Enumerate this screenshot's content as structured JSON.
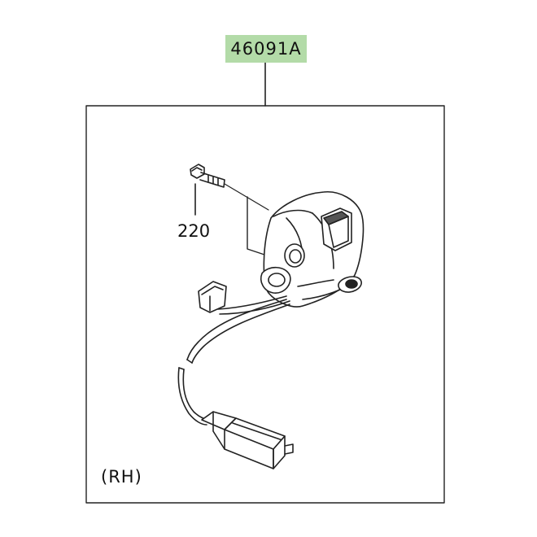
{
  "diagram": {
    "part_number": "46091A",
    "bolt_callout": "220",
    "side_label": "(RH)"
  },
  "icons": {
    "switch": "handlebar-switch-icon",
    "bolt": "bolt-icon",
    "connector": "connector-icon",
    "grommet": "grommet-icon"
  }
}
